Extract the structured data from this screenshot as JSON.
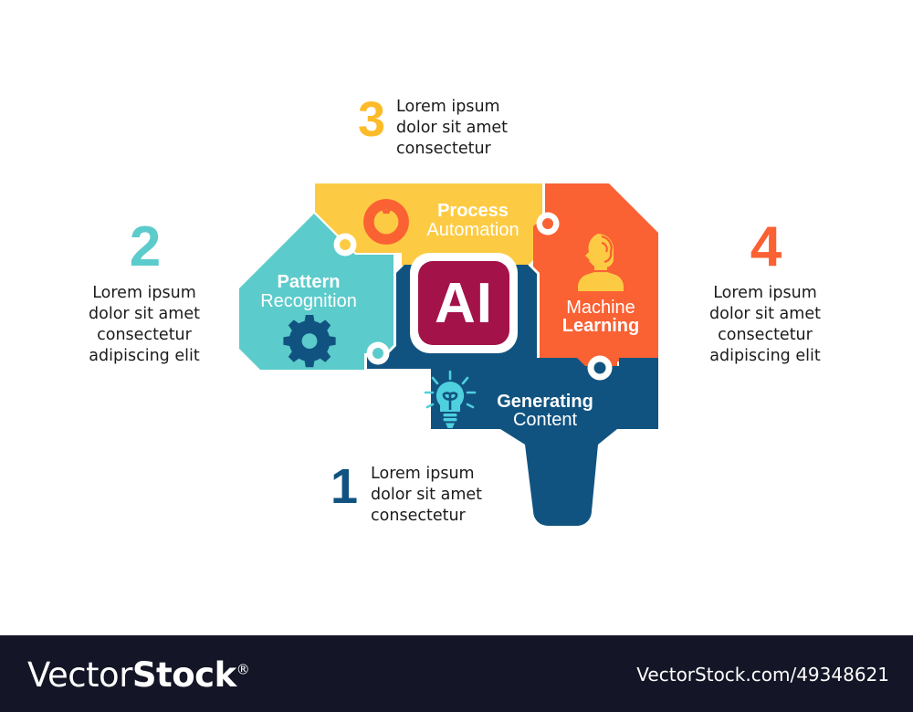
{
  "theme": {
    "background": "#ffffff",
    "colors": {
      "teal": "#5CCBCB",
      "yellow": "#FDCB43",
      "orange": "#FA6133",
      "dark_blue": "#115380",
      "ai_magenta": "#A4124A",
      "number_yellow": "#FDBB2A",
      "footer_bg": "#141526",
      "text": "#1b1b1b"
    }
  },
  "center": {
    "label": "AI",
    "icon": "ai-badge-icon"
  },
  "segments": [
    {
      "id": "process-automation",
      "line1": "Process",
      "line2": "Automation",
      "line1_weight": "bold",
      "line2_weight": "light",
      "color": "#FDCB43",
      "icon": "recycle-arrows-icon",
      "icon_color": "#FA6133"
    },
    {
      "id": "pattern-recognition",
      "line1": "Pattern",
      "line2": "Recognition",
      "line1_weight": "bold",
      "line2_weight": "light",
      "color": "#5CCBCB",
      "icon": "gear-icon",
      "icon_color": "#115380"
    },
    {
      "id": "machine-learning",
      "line1": "Machine",
      "line2": "Learning",
      "line1_weight": "light",
      "line2_weight": "bold",
      "color": "#FA6133",
      "icon": "head-profile-brain-icon",
      "icon_color": "#FDCB43"
    },
    {
      "id": "generating-content",
      "line1": "Generating",
      "line2": "Content",
      "line1_weight": "bold",
      "line2_weight": "light",
      "color": "#115380",
      "icon": "lightbulb-icon",
      "icon_color": "#4FD0DE"
    }
  ],
  "steps": [
    {
      "id": "step-1",
      "number": "1",
      "color": "#115380",
      "lines": [
        "Lorem ipsum",
        "dolor sit amet",
        "consectetur"
      ]
    },
    {
      "id": "step-2",
      "number": "2",
      "color": "#5CCBCB",
      "lines": [
        "Lorem ipsum",
        "dolor sit amet",
        "consectetur",
        "adipiscing elit"
      ]
    },
    {
      "id": "step-3",
      "number": "3",
      "color": "#FDBB2A",
      "lines": [
        "Lorem ipsum",
        "dolor sit amet",
        "consectetur"
      ]
    },
    {
      "id": "step-4",
      "number": "4",
      "color": "#FA6133",
      "lines": [
        "Lorem ipsum",
        "dolor sit amet",
        "consectetur",
        "adipiscing elit"
      ]
    }
  ],
  "connectors": [
    {
      "id": "connector-yellow",
      "fill": "#FDCB43"
    },
    {
      "id": "connector-orange",
      "fill": "#FA6133"
    },
    {
      "id": "connector-teal",
      "fill": "#5CCBCB"
    },
    {
      "id": "connector-blue",
      "fill": "#115380"
    }
  ],
  "footer": {
    "logo_light": "Vector",
    "logo_bold": "Stock",
    "logo_reg": "®",
    "url": "VectorStock.com/49348621"
  }
}
